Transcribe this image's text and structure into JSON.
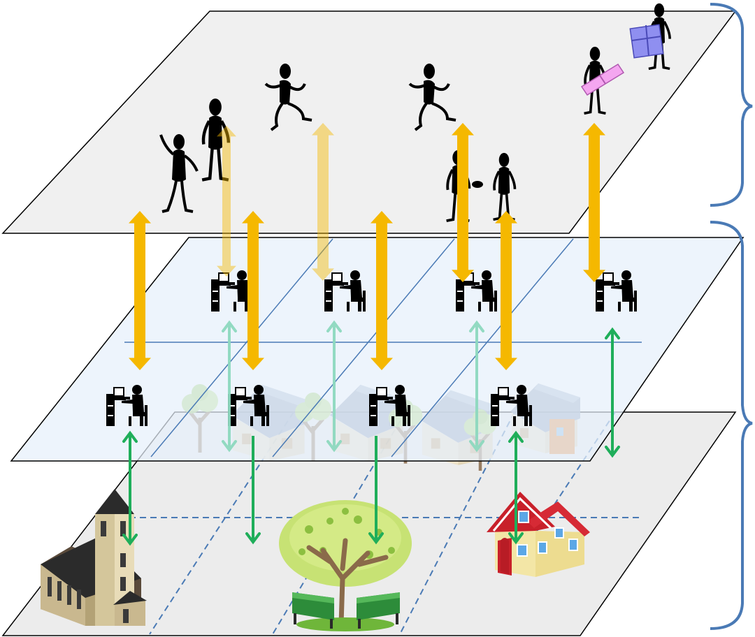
{
  "diagram": {
    "layers": [
      {
        "name": "social-layer",
        "fill": "#ececec"
      },
      {
        "name": "cyber-layer",
        "fill": "#e6f0fb"
      },
      {
        "name": "physical-layer",
        "fill": "#ececec"
      }
    ],
    "colors": {
      "outline": "#000000",
      "cyber_grid": "#4a7ab5",
      "physical_grid": "#4a7ab5",
      "social_cyber_arrow": "#f5b800",
      "cyber_physical_arrow": "#1fae5a",
      "cyber_cyber_arrow": "#8ed9bf",
      "brace": "#4a7ab5",
      "figure": "#000000",
      "gift_pink": "#f4a6f0",
      "gift_blue": "#8f8ff0"
    },
    "icons": {
      "social": [
        "person-waving-icon",
        "person-cheering-icon",
        "person-running-icon",
        "person-dancing-icon",
        "people-handshake-icon",
        "person-carrying-gift-icon",
        "person-carrying-box-icon"
      ],
      "cyber": [
        "computer-operator-icon"
      ],
      "physical": [
        "church-icon",
        "park-tree-benches-icon",
        "house-icon",
        "house-row-icon"
      ]
    }
  }
}
